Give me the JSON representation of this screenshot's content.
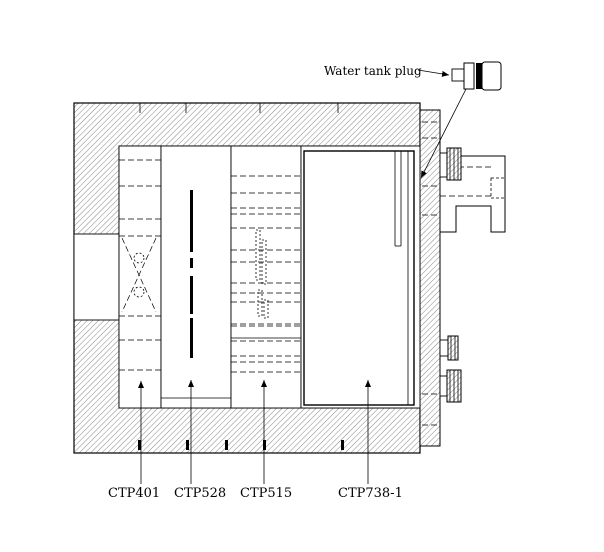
{
  "callouts": {
    "water_tank_plug": "Water tank plug"
  },
  "modules": [
    {
      "id": "ctp401",
      "label": "CTP401"
    },
    {
      "id": "ctp528",
      "label": "CTP528"
    },
    {
      "id": "ctp515",
      "label": "CTP515"
    },
    {
      "id": "ctp738",
      "label": "CTP738-1"
    }
  ],
  "colors": {
    "line": "#000000",
    "background": "#ffffff"
  }
}
